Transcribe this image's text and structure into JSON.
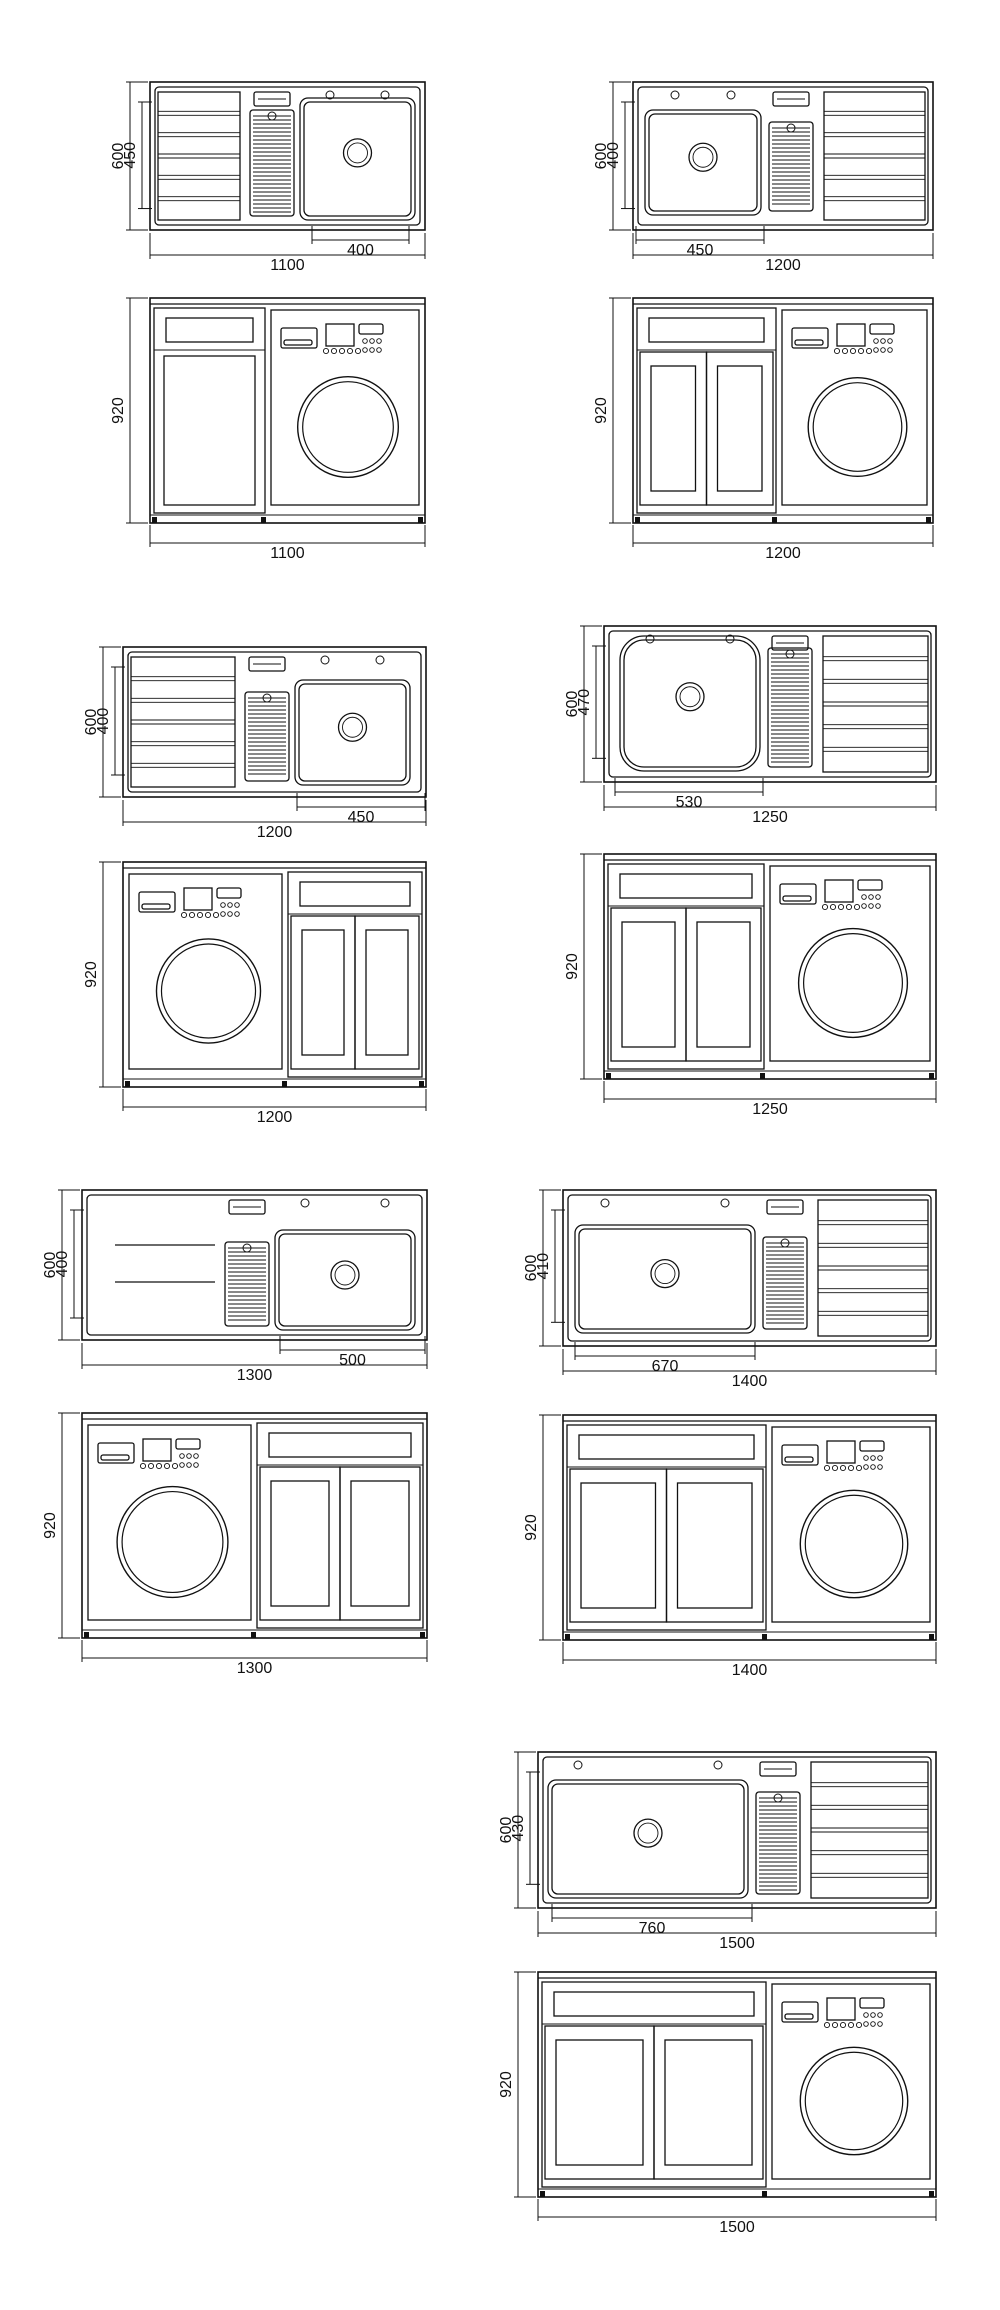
{
  "drawing": {
    "units": "mm",
    "stroke_color": "#111111",
    "background": "#ffffff"
  },
  "units": [
    {
      "id": "1100",
      "top": {
        "width": "1100",
        "depth": "600",
        "bowl_depth": "450",
        "bowl_width": "400",
        "sink_side": "right",
        "layout": "shelves-left"
      },
      "front": {
        "width": "1100",
        "height": "920",
        "washer_side": "right",
        "doors": 1
      }
    },
    {
      "id": "1200-a",
      "top": {
        "width": "1200",
        "depth": "600",
        "bowl_depth": "400",
        "bowl_width": "450",
        "sink_side": "left",
        "layout": "shelves-right"
      },
      "front": {
        "width": "1200",
        "height": "920",
        "washer_side": "right",
        "doors": 2
      }
    },
    {
      "id": "1200-b",
      "top": {
        "width": "1200",
        "depth": "600",
        "bowl_depth": "400",
        "bowl_width": "450",
        "sink_side": "right",
        "layout": "shelves-left"
      },
      "front": {
        "width": "1200",
        "height": "920",
        "washer_side": "left",
        "doors": 2
      }
    },
    {
      "id": "1250",
      "top": {
        "width": "1250",
        "depth": "600",
        "bowl_depth": "470",
        "bowl_width": "530",
        "sink_side": "left",
        "layout": "rounded-bowl"
      },
      "front": {
        "width": "1250",
        "height": "920",
        "washer_side": "right",
        "doors": 2
      }
    },
    {
      "id": "1300",
      "top": {
        "width": "1300",
        "depth": "600",
        "bowl_depth": "400",
        "bowl_width": "500",
        "sink_side": "right",
        "layout": "rails-left"
      },
      "front": {
        "width": "1300",
        "height": "920",
        "washer_side": "left",
        "doors": 2
      }
    },
    {
      "id": "1400",
      "top": {
        "width": "1400",
        "depth": "600",
        "bowl_depth": "410",
        "bowl_width": "670",
        "sink_side": "left",
        "layout": "shelves-right"
      },
      "front": {
        "width": "1400",
        "height": "920",
        "washer_side": "right",
        "doors": 2
      }
    },
    {
      "id": "1500",
      "top": {
        "width": "1500",
        "depth": "600",
        "bowl_depth": "430",
        "bowl_width": "760",
        "sink_side": "left",
        "layout": "shelves-right"
      },
      "front": {
        "width": "1500",
        "height": "920",
        "washer_side": "right",
        "doors": 2
      }
    }
  ]
}
